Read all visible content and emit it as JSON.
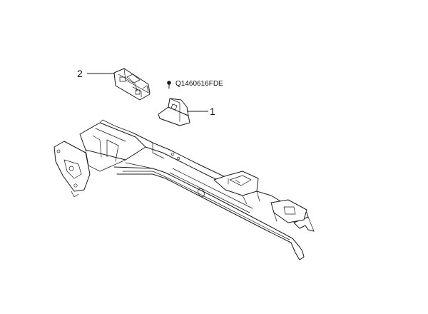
{
  "callouts": [
    {
      "id": "1",
      "label": "1"
    },
    {
      "id": "2",
      "label": "2"
    }
  ],
  "fastener": {
    "code": "Q1460616FDE",
    "icon": "bolt-icon"
  }
}
